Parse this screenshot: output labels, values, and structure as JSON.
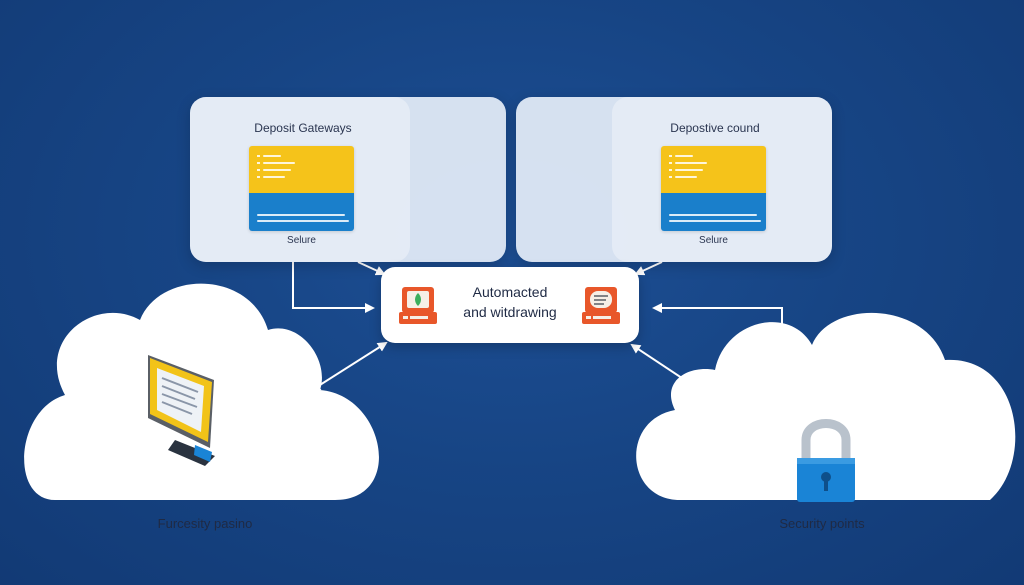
{
  "panels": [
    {
      "title": "Deposit Gateways",
      "caption": "Selure"
    },
    {
      "title": "Depostive cound",
      "caption": "Selure"
    }
  ],
  "center": {
    "line1": "Automacted",
    "line2": "and witdrawing"
  },
  "clouds": [
    {
      "label": "Furcesity pasino",
      "icon": "monitor-icon"
    },
    {
      "label": "Security points",
      "icon": "padlock-icon"
    }
  ],
  "colors": {
    "background": "#174585",
    "card_yellow": "#f5c31a",
    "card_blue": "#1a7fcb",
    "machine_orange": "#e8572a",
    "lock_blue": "#1a84d6"
  }
}
